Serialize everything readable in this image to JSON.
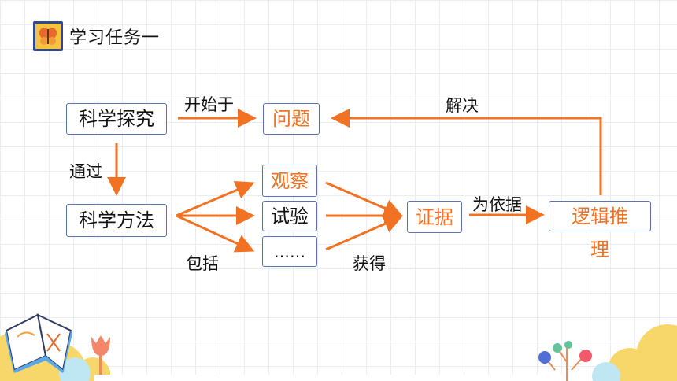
{
  "header": {
    "title": "学习任务一",
    "logo_icon": "butterfly-icon"
  },
  "diagram": {
    "nodes": {
      "scientific_inquiry": "科学探究",
      "question": "问题",
      "scientific_method": "科学方法",
      "observation": "观察",
      "experiment": "试验",
      "ellipsis": "……",
      "evidence": "证据",
      "logical_reasoning_line1": "逻辑推",
      "logical_reasoning_line2": "理"
    },
    "edges": {
      "starts_with": "开始于",
      "through": "通过",
      "includes": "包括",
      "obtain": "获得",
      "as_basis": "为依据",
      "solve": "解决"
    }
  },
  "colors": {
    "accent": "#f07222",
    "box_border": "#5b74b6",
    "text": "#111111"
  }
}
